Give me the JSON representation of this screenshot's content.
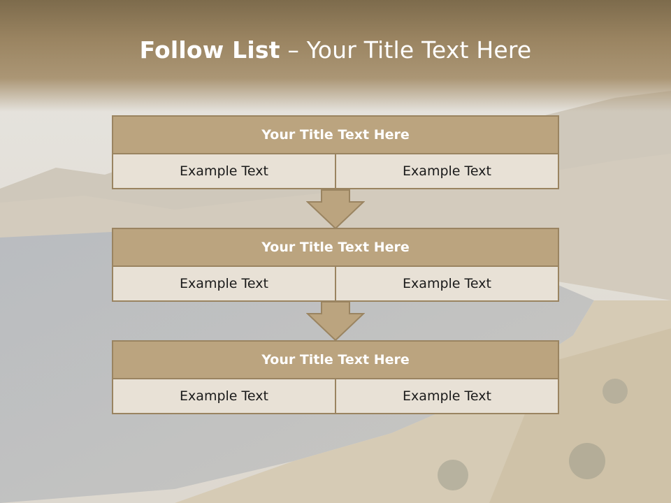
{
  "slide": {
    "title_bold": "Follow List",
    "title_rest": " – Your Title Text Here"
  },
  "steps": [
    {
      "title": "Your Title Text Here",
      "left": "Example Text",
      "right": "Example Text"
    },
    {
      "title": "Your Title Text Here",
      "left": "Example Text",
      "right": "Example Text"
    },
    {
      "title": "Your Title Text Here",
      "left": "Example Text",
      "right": "Example Text"
    }
  ],
  "colors": {
    "accent": "#bba47f",
    "border": "#9a8461",
    "cell_bg": "#e8e1d6"
  }
}
